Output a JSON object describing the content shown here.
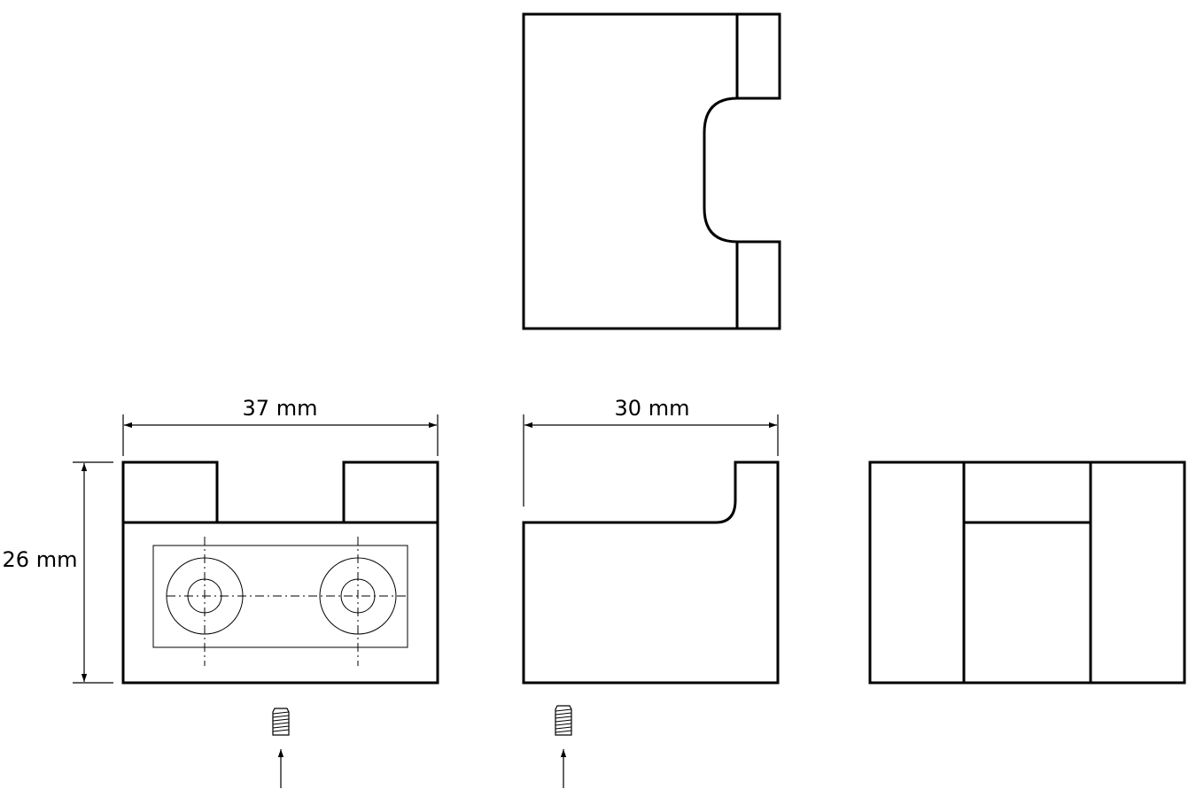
{
  "drawing": {
    "width_label": "37 mm",
    "depth_label": "30 mm",
    "height_label": "26 mm"
  }
}
